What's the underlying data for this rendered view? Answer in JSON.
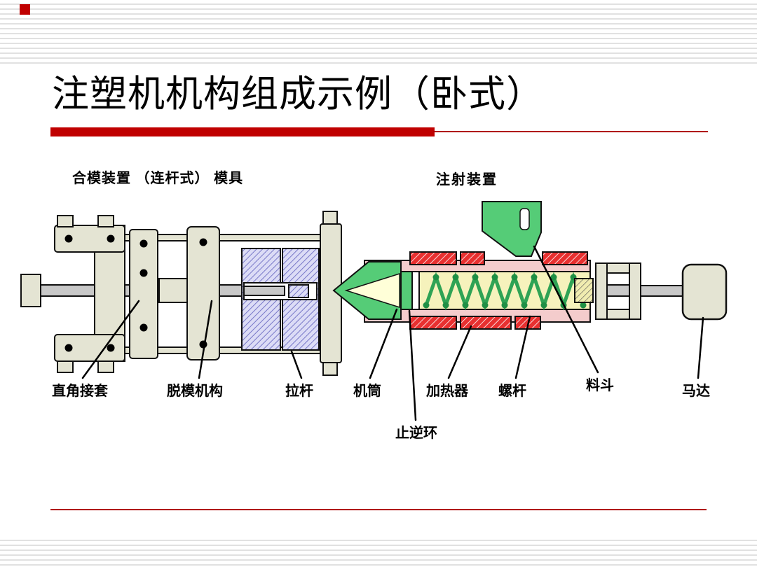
{
  "slide": {
    "title": "注塑机机构组成示例（卧式）"
  },
  "diagram": {
    "top_labels": {
      "clamping": "合模装置 （连杆式） 模具",
      "injection": "注射装置"
    },
    "part_labels": {
      "right_angle_sleeve": "直角接套",
      "demolding_mechanism": "脱模机构",
      "tie_bar": "拉杆",
      "barrel": "机筒",
      "check_ring": "止逆环",
      "heater": "加热器",
      "screw": "螺杆",
      "hopper": "料斗",
      "motor": "马达"
    }
  },
  "colors": {
    "accent_red": "#c00000",
    "machine_beige": "#e4e4d3",
    "mold_blue": "#c9c9ee",
    "nozzle_green": "#55cc77",
    "barrel_pink": "#f4cccc",
    "heater_red": "#e83030",
    "screw_yellow": "#f6f2bc",
    "rod_gray": "#c8c8c8"
  }
}
